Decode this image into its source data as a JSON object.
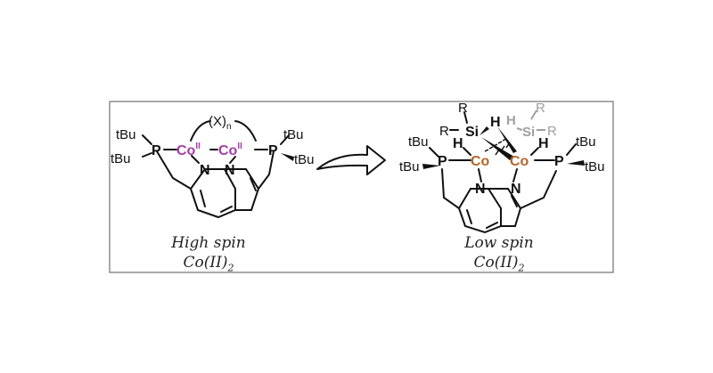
{
  "left": {
    "ligand_substituents": {
      "tbu": "tBu"
    },
    "phosphorus": "P",
    "nitrogen": "N",
    "metal": "Co",
    "metal_ox": "II",
    "bridge_open": "(X)",
    "bridge_sub": "n",
    "caption_line1": "High spin",
    "caption_line2": "Co(II)",
    "caption_sub": "2"
  },
  "right": {
    "tbu": "tBu",
    "phosphorus": "P",
    "nitrogen": "N",
    "metal": "Co",
    "hydride": "H",
    "silicon": "Si",
    "r_group": "R",
    "caption_line1": "Low spin",
    "caption_line2": "Co(II)",
    "caption_sub": "2"
  },
  "colors": {
    "high_spin_co": "#a63ca6",
    "low_spin_co": "#b5652a",
    "faded_silane": "#a0a0a0",
    "bond": "#111111"
  }
}
